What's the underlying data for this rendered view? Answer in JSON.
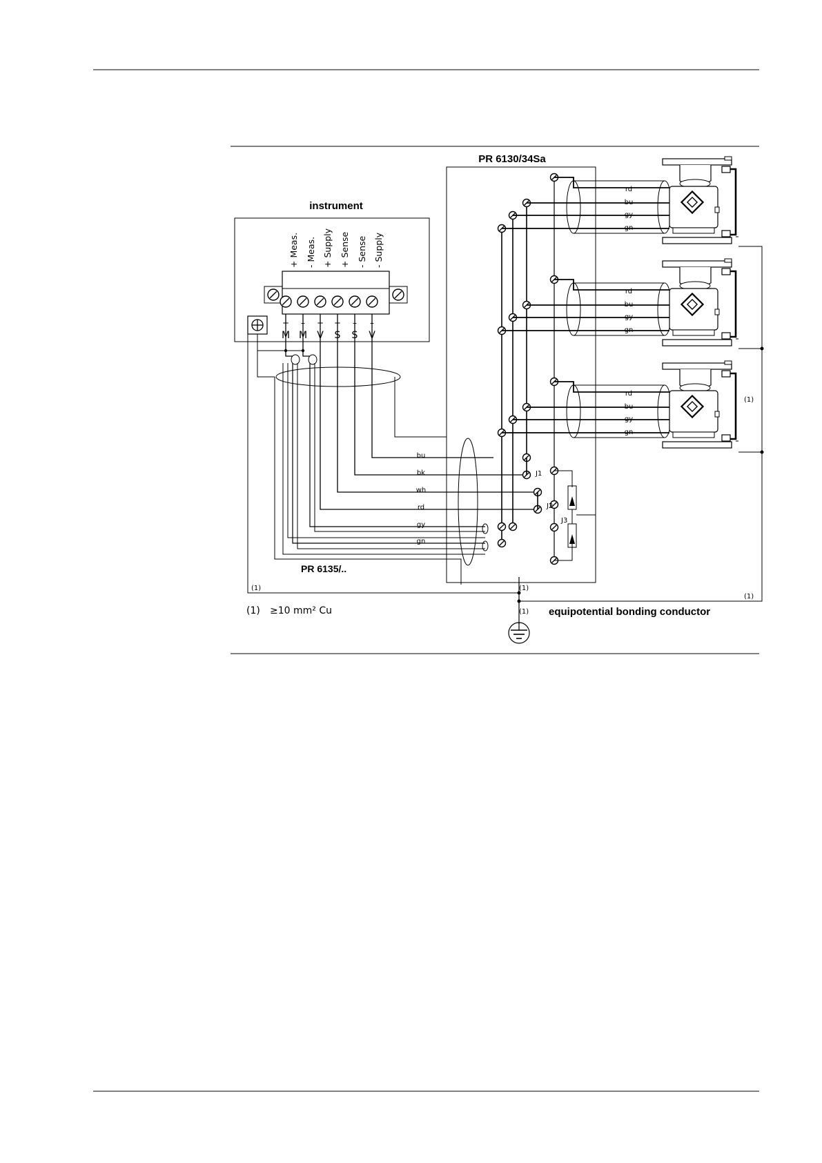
{
  "figure": {
    "title_instrument": "instrument",
    "title_junction": "PR 6130/34Sa",
    "title_cable": "PR 6135/..",
    "equipotential_label": "equipotential bonding conductor",
    "note_marker": "(1)",
    "note_text": "≥10 mm² Cu",
    "ground_marker": "(1)"
  },
  "terminals": {
    "vertical_labels": [
      "+ Meas.",
      "- Meas.",
      "+ Supply",
      "+ Sense",
      "- Sense",
      "- Supply"
    ],
    "signs": [
      "+",
      "–",
      "+",
      "+",
      "–",
      "–"
    ],
    "letters": [
      "M",
      "M",
      "V",
      "S",
      "S",
      "V"
    ]
  },
  "cable_wires": [
    "bu",
    "bk",
    "wh",
    "rd",
    "gy",
    "gn"
  ],
  "loadcell_wires": [
    "rd",
    "bu",
    "gy",
    "gn"
  ],
  "jumpers": [
    "J1",
    "J2",
    "J3"
  ],
  "icons": {
    "ground": "ground-icon",
    "screw": "screw-terminal-icon",
    "load_cell": "load-cell-icon"
  }
}
